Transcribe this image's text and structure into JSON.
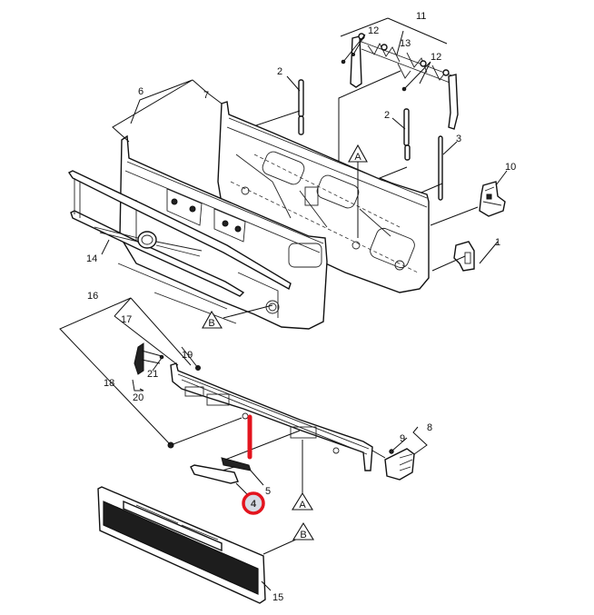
{
  "diagram": {
    "title": "Exploded parts diagram: front panel, grille and hood support assembly",
    "callouts": [
      {
        "id": "c1",
        "label": "1",
        "part": "hinge bracket right"
      },
      {
        "id": "c2a",
        "label": "2",
        "part": "gas strut"
      },
      {
        "id": "c2b",
        "label": "2",
        "part": "gas strut"
      },
      {
        "id": "c3",
        "label": "3",
        "part": "support rod"
      },
      {
        "id": "c5",
        "label": "5",
        "part": "grille handle bracket"
      },
      {
        "id": "c6",
        "label": "6",
        "part": "outer front panel"
      },
      {
        "id": "c7",
        "label": "7",
        "part": "inner front panel"
      },
      {
        "id": "c8",
        "label": "8",
        "part": "corner trim assembly"
      },
      {
        "id": "c9",
        "label": "9",
        "part": "trim screw"
      },
      {
        "id": "c10",
        "label": "10",
        "part": "hinge latch"
      },
      {
        "id": "c11",
        "label": "11",
        "part": "top frame assembly"
      },
      {
        "id": "c12a",
        "label": "12",
        "part": "frame bolt"
      },
      {
        "id": "c12b",
        "label": "12",
        "part": "frame bolt"
      },
      {
        "id": "c13",
        "label": "13",
        "part": "frame bracket"
      },
      {
        "id": "c14",
        "label": "14",
        "part": "grille emblem trim"
      },
      {
        "id": "c15",
        "label": "15",
        "part": "lower grille"
      },
      {
        "id": "c16",
        "label": "16",
        "part": "lower trim assembly"
      },
      {
        "id": "c17",
        "label": "17",
        "part": "lower trim panel"
      },
      {
        "id": "c18",
        "label": "18",
        "part": "retaining nut"
      },
      {
        "id": "c19",
        "label": "19",
        "part": "clip"
      },
      {
        "id": "c20",
        "label": "20",
        "part": "side marker assembly"
      },
      {
        "id": "c21",
        "label": "21",
        "part": "marker screw"
      }
    ],
    "highlighted_callout": {
      "label": "4",
      "part": "grille handle"
    },
    "reference_markers": [
      {
        "id": "refA1",
        "label": "A"
      },
      {
        "id": "refA2",
        "label": "A"
      },
      {
        "id": "refB1",
        "label": "B"
      },
      {
        "id": "refB2",
        "label": "B"
      }
    ],
    "colors": {
      "highlight": "#e3141e",
      "highlight_fill": "#d6dbe4",
      "line": "#111111",
      "background": "#ffffff"
    }
  }
}
